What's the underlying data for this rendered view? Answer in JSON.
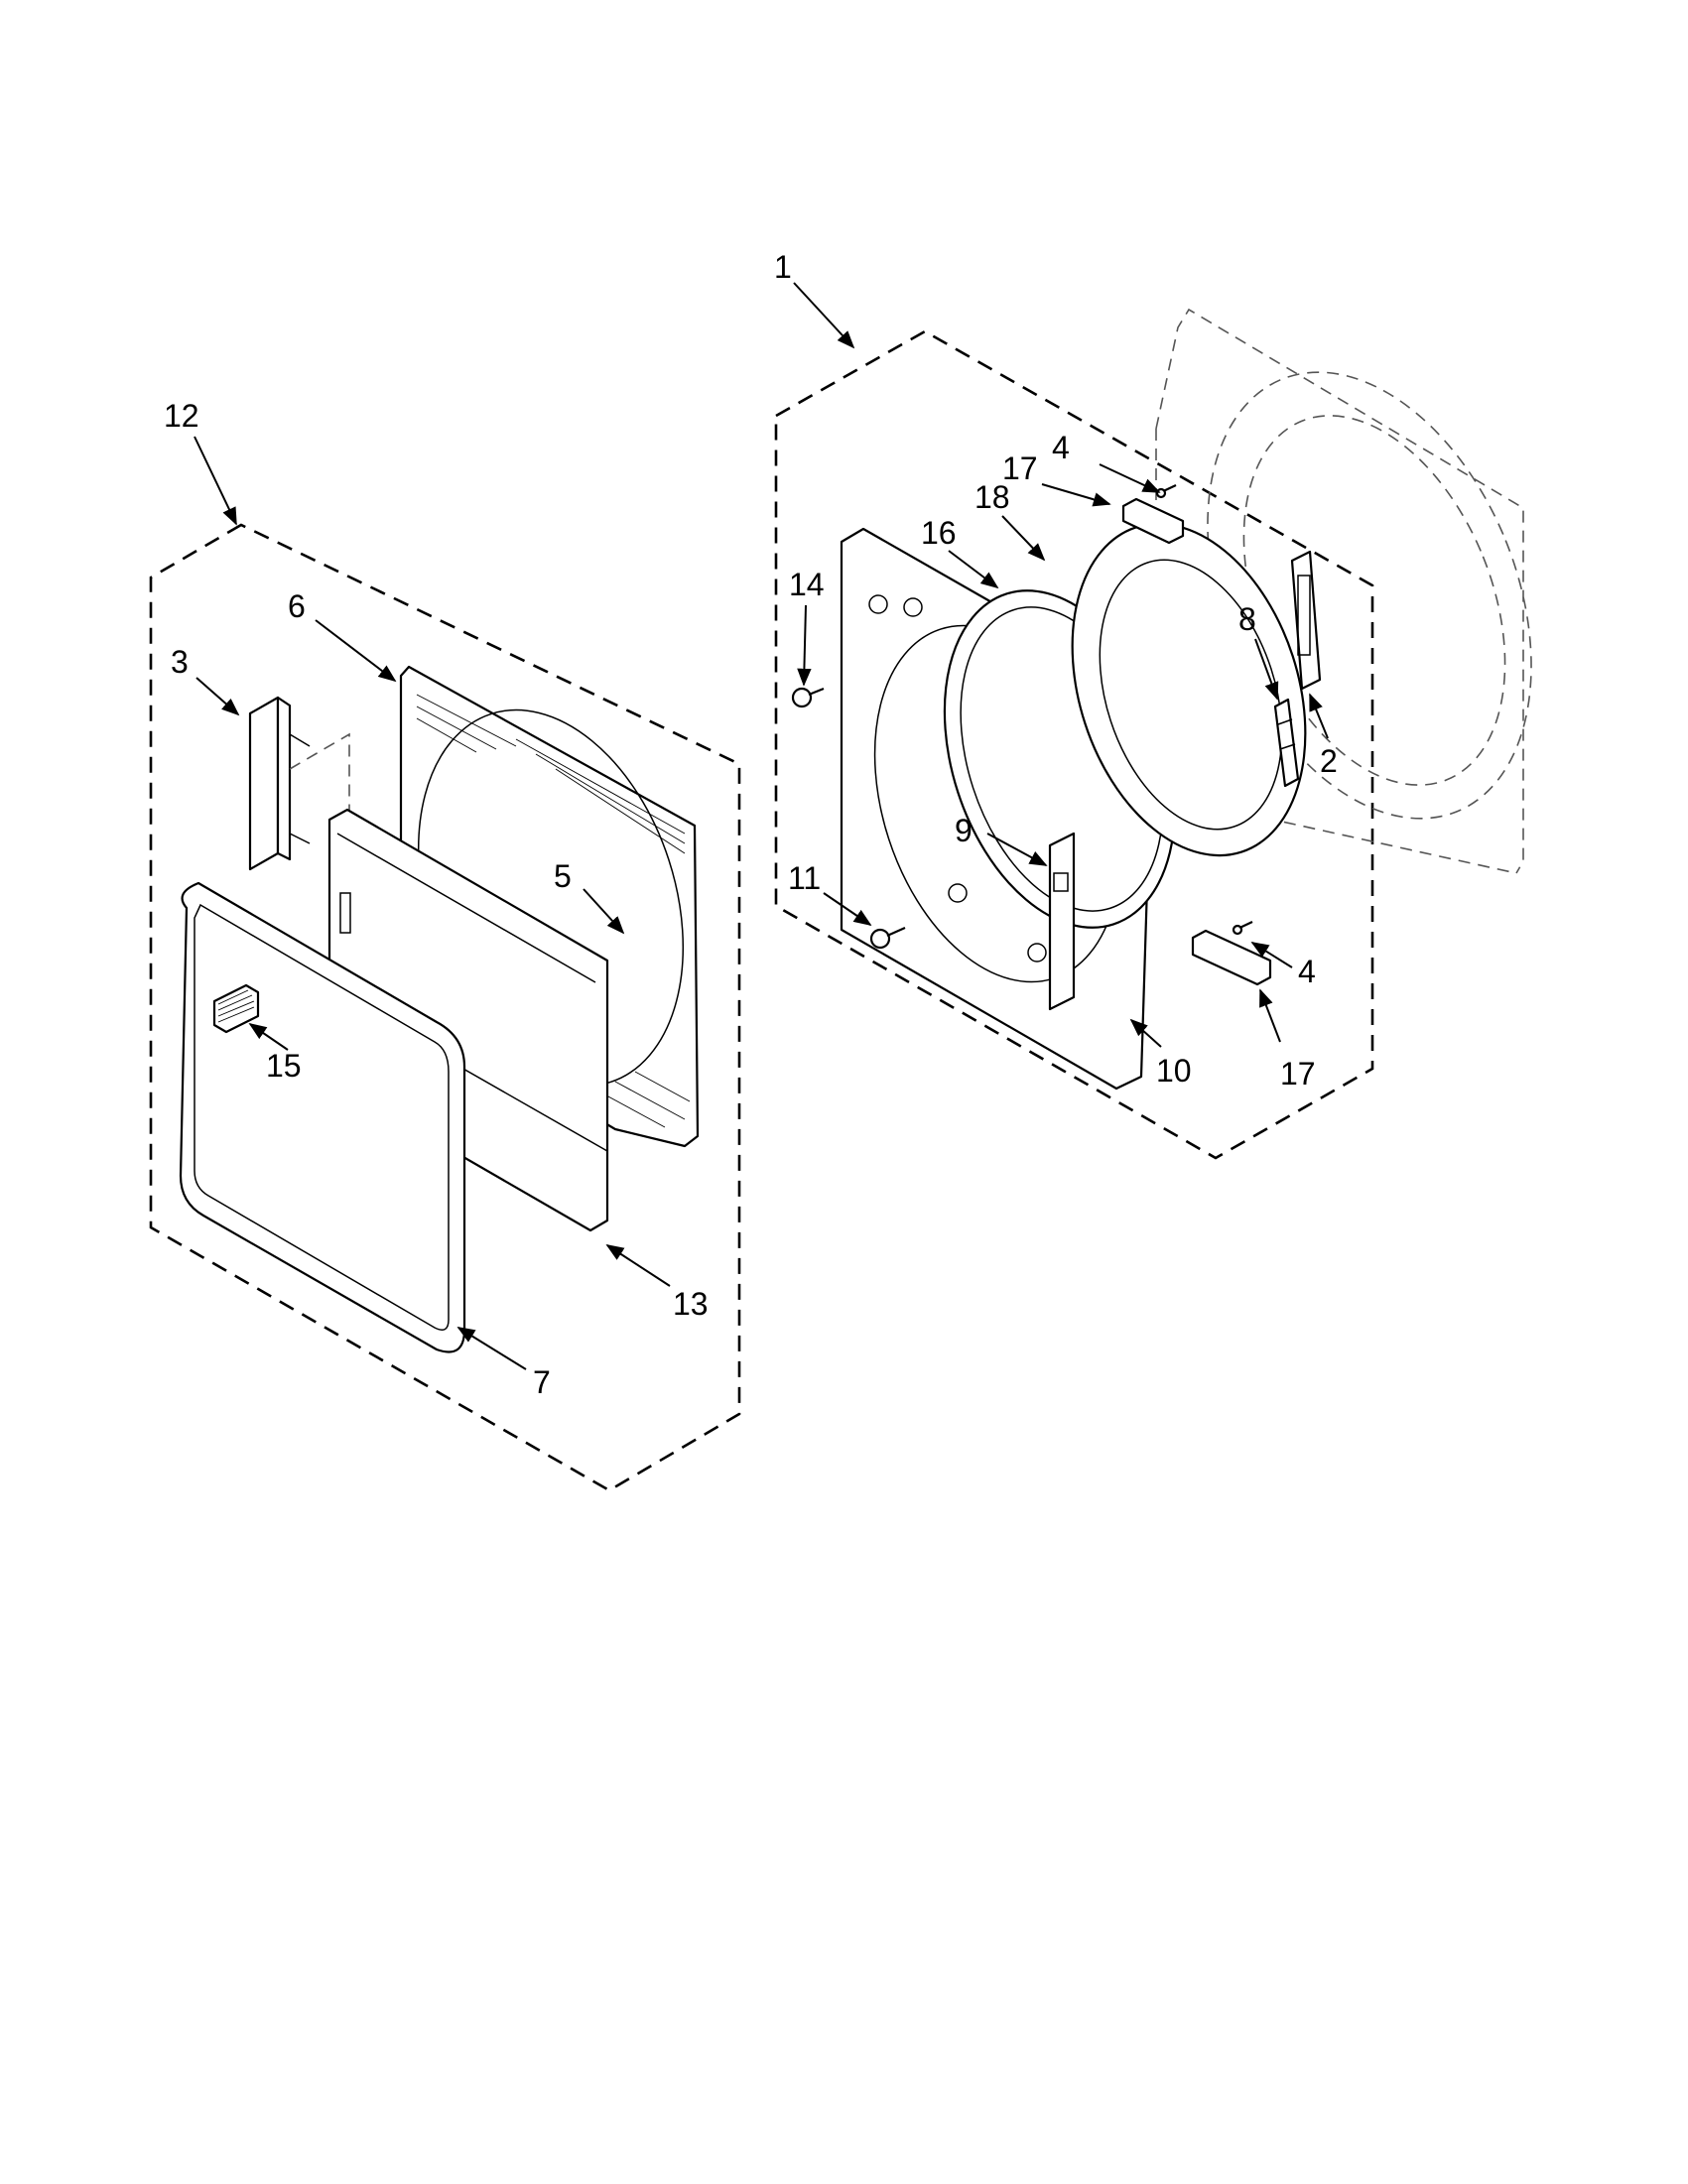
{
  "callouts": [
    {
      "id": "1",
      "label": "1"
    },
    {
      "id": "2",
      "label": "2"
    },
    {
      "id": "3",
      "label": "3"
    },
    {
      "id": "4a",
      "label": "4"
    },
    {
      "id": "4b",
      "label": "4"
    },
    {
      "id": "5",
      "label": "5"
    },
    {
      "id": "6",
      "label": "6"
    },
    {
      "id": "7",
      "label": "7"
    },
    {
      "id": "8",
      "label": "8"
    },
    {
      "id": "9",
      "label": "9"
    },
    {
      "id": "10",
      "label": "10"
    },
    {
      "id": "11",
      "label": "11"
    },
    {
      "id": "12",
      "label": "12"
    },
    {
      "id": "13",
      "label": "13"
    },
    {
      "id": "14",
      "label": "14"
    },
    {
      "id": "15",
      "label": "15"
    },
    {
      "id": "16",
      "label": "16"
    },
    {
      "id": "17a",
      "label": "17"
    },
    {
      "id": "17b",
      "label": "17"
    },
    {
      "id": "18",
      "label": "18"
    }
  ]
}
